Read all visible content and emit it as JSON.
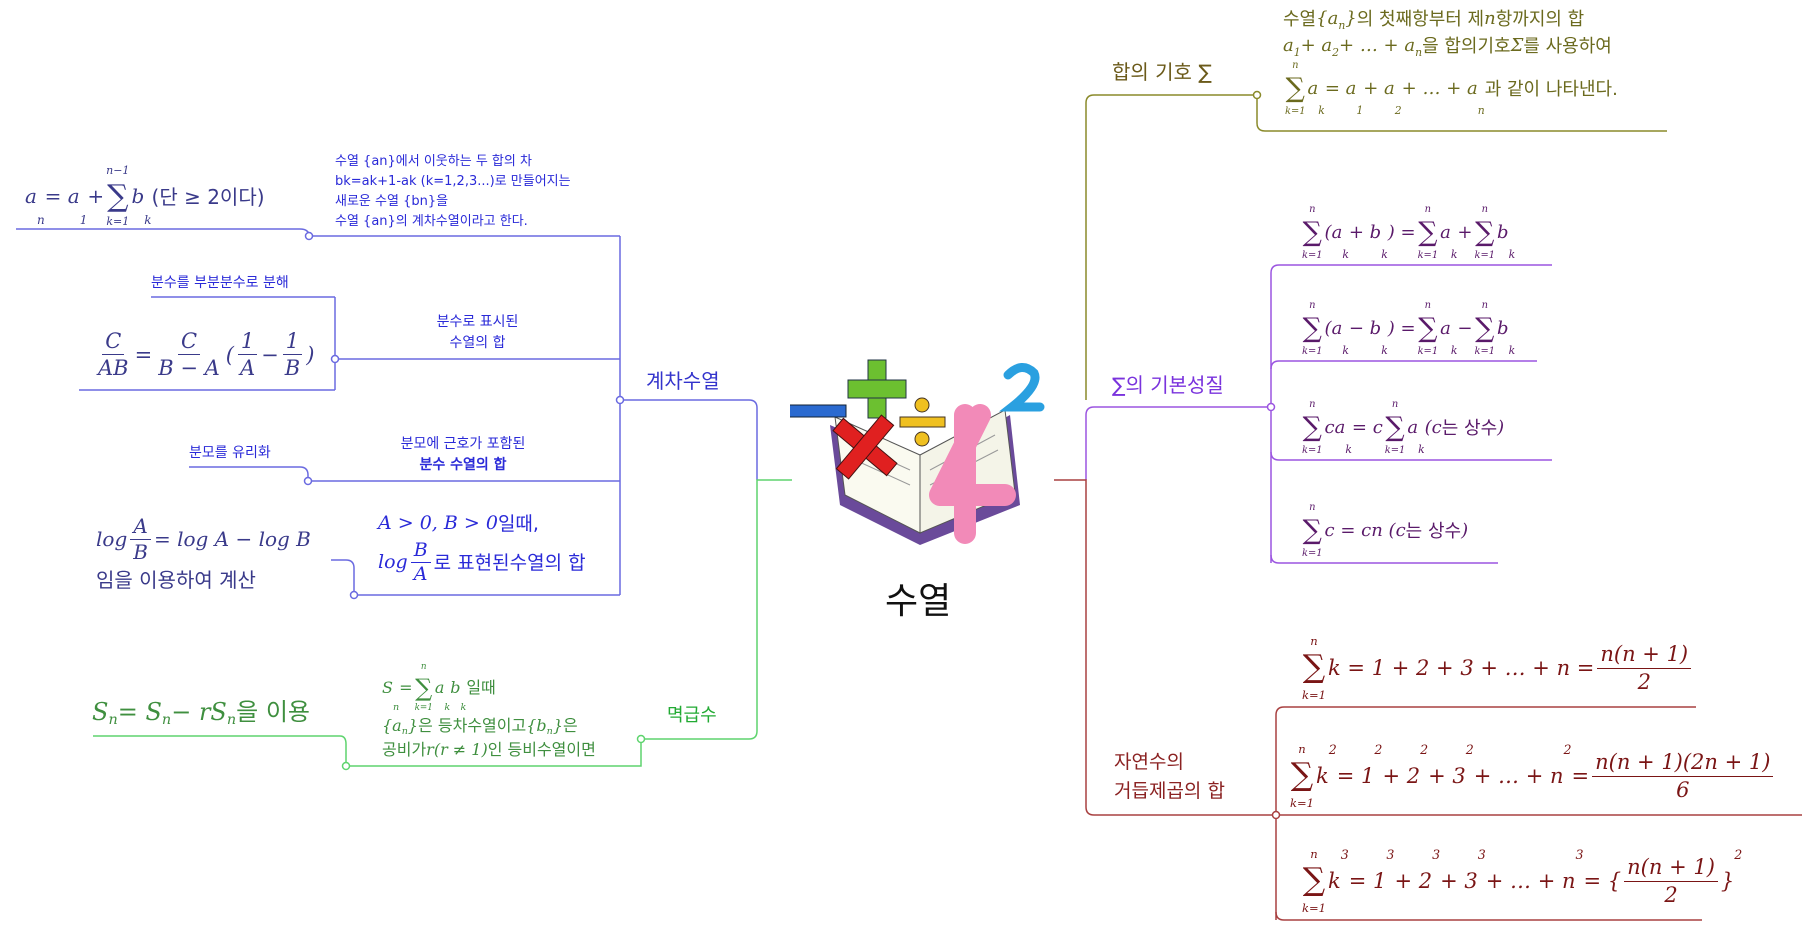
{
  "center": {
    "title": "수열",
    "icon": "math-book-icon"
  },
  "colors": {
    "blue": "#6a6ae0",
    "green": "#5ed46e",
    "olive": "#8a8a2a",
    "purple": "#9b55e0",
    "red": "#a84040"
  },
  "left": {
    "gyecha": {
      "label": "계차수열",
      "def_lines": [
        "수열 {an}에서 이웃하는 두 합의 차",
        "bk=ak+1-ak (k=1,2,3...)로 만들어지는",
        "새로운 수열 {bn}을",
        "수열 {an}의 계차수열이라고 한다."
      ],
      "def_formula": [
        [
          "a",
          {
            "sub": "n"
          },
          " = a",
          {
            "sub": "1"
          },
          " + ",
          {
            "sum": [
              "n−1",
              "k=1"
            ]
          },
          "b",
          {
            "sub": "k"
          },
          {
            "ko": " (단 ≥ 2이다)"
          }
        ]
      ],
      "fraction_branch": {
        "label_lines": [
          "분수로 표시된",
          "수열의 합"
        ],
        "child_label": "분수를 부분분수로 분해",
        "formula": [
          [
            {
              "frac": [
                "C",
                "AB"
              ]
            },
            "=",
            {
              "frac": [
                "C",
                "B − A"
              ]
            },
            "(",
            {
              "frac": [
                "1",
                "A"
              ]
            },
            "−",
            {
              "frac": [
                "1",
                "B"
              ]
            },
            ")"
          ]
        ]
      },
      "root_branch": {
        "label_lines": [
          "분모에 근호가 포함된",
          "분수 수열의 합"
        ],
        "child_label": "분모를 유리화"
      },
      "log_branch": {
        "label_formula": [
          [
            "A > 0, B > 0",
            {
              "ko": " 일때,"
            }
          ],
          [
            "log",
            {
              "frac": [
                "B",
                "A"
              ]
            },
            {
              "ko": "로 표현된수열의 합"
            }
          ]
        ],
        "child_formula": [
          [
            "log",
            {
              "frac": [
                "A",
                "B"
              ]
            },
            "= log A − log B"
          ],
          [
            {
              "ko": "임을 이용하여 계산"
            }
          ]
        ]
      }
    },
    "power": {
      "label": "멱급수",
      "condition_formula": [
        [
          "S",
          {
            "sub": "n"
          },
          " = ",
          {
            "sum": [
              "n",
              "k=1"
            ]
          },
          "a",
          {
            "sub": "k"
          },
          "b",
          {
            "sub": "k"
          },
          {
            "ko": "일때"
          }
        ],
        [
          "{a",
          {
            "sub": "n"
          },
          "}",
          {
            "ko": "은 등차수열이고"
          },
          "{b",
          {
            "sub": "n"
          },
          "}",
          {
            "ko": "은"
          }
        ],
        [
          {
            "ko": "공비가"
          },
          "r(r ≠ 1)",
          {
            "ko": "인 등비수열이면"
          }
        ]
      ],
      "method_formula": [
        [
          "S",
          {
            "sub": "n"
          },
          " = S",
          {
            "sub": "n"
          },
          " − rS",
          {
            "sub": "n"
          },
          {
            "ko": "을 이용"
          }
        ]
      ]
    }
  },
  "right": {
    "sigma_symbol": {
      "label": "합의 기호 ∑",
      "formula": [
        [
          {
            "ko": "수열 "
          },
          "{a",
          {
            "sub": "n"
          },
          "}",
          {
            "ko": "의 첫째항부터 제"
          },
          "n",
          {
            "ko": "항까지의 합"
          }
        ],
        [
          "a",
          {
            "sub": "1"
          },
          " + a",
          {
            "sub": "2"
          },
          " + … + a",
          {
            "sub": "n"
          },
          {
            "ko": "을 합의기호 "
          },
          "Σ",
          {
            "ko": "를 사용하여"
          }
        ],
        [
          {
            "sum": [
              "n",
              "k=1"
            ]
          },
          "a",
          {
            "sub": "k"
          },
          " = a",
          {
            "sub": "1"
          },
          " + a",
          {
            "sub": "2"
          },
          " + … + a",
          {
            "sub": "n"
          },
          {
            "ko": "과 같이 나타낸다."
          }
        ]
      ]
    },
    "sigma_props": {
      "label": "∑의 기본성질",
      "formulas": [
        [
          [
            {
              "sum": [
                "n",
                "k=1"
              ]
            },
            "(a",
            {
              "sub": "k"
            },
            " + b",
            {
              "sub": "k"
            },
            ") = ",
            {
              "sum": [
                "n",
                "k=1"
              ]
            },
            "a",
            {
              "sub": "k"
            },
            " + ",
            {
              "sum": [
                "n",
                "k=1"
              ]
            },
            "b",
            {
              "sub": "k"
            }
          ]
        ],
        [
          [
            {
              "sum": [
                "n",
                "k=1"
              ]
            },
            "(a",
            {
              "sub": "k"
            },
            " − b",
            {
              "sub": "k"
            },
            ") = ",
            {
              "sum": [
                "n",
                "k=1"
              ]
            },
            "a",
            {
              "sub": "k"
            },
            " − ",
            {
              "sum": [
                "n",
                "k=1"
              ]
            },
            "b",
            {
              "sub": "k"
            }
          ]
        ],
        [
          [
            {
              "sum": [
                "n",
                "k=1"
              ]
            },
            "ca",
            {
              "sub": "k"
            },
            " = c",
            {
              "sum": [
                "n",
                "k=1"
              ]
            },
            "a",
            {
              "sub": "k"
            },
            " (c",
            {
              "ko": "는 상수"
            },
            ")"
          ]
        ],
        [
          [
            {
              "sum": [
                "n",
                "k=1"
              ]
            },
            "c = cn (c",
            {
              "ko": "는 상수"
            },
            ")"
          ]
        ]
      ]
    },
    "power_sums": {
      "label_lines": [
        "자연수의",
        "거듭제곱의 합"
      ],
      "formulas": [
        [
          [
            {
              "sum": [
                "n",
                "k=1"
              ]
            },
            "k = 1 + 2 + 3 + … + n = ",
            {
              "frac": [
                "n(n + 1)",
                "2"
              ]
            }
          ]
        ],
        [
          [
            {
              "sum": [
                "n",
                "k=1"
              ]
            },
            "k",
            {
              "sup": "2"
            },
            " = 1",
            {
              "sup": "2"
            },
            " + 2",
            {
              "sup": "2"
            },
            " + 3",
            {
              "sup": "2"
            },
            " + … + n",
            {
              "sup": "2"
            },
            " = ",
            {
              "frac": [
                "n(n + 1)(2n + 1)",
                "6"
              ]
            }
          ]
        ],
        [
          [
            {
              "sum": [
                "n",
                "k=1"
              ]
            },
            "k",
            {
              "sup": "3"
            },
            " = 1",
            {
              "sup": "3"
            },
            " + 2",
            {
              "sup": "3"
            },
            " + 3",
            {
              "sup": "3"
            },
            " + … + n",
            {
              "sup": "3"
            },
            " = { ",
            {
              "frac": [
                "n(n + 1)",
                "2"
              ]
            },
            " }",
            {
              "sup": "2"
            }
          ]
        ]
      ]
    }
  }
}
